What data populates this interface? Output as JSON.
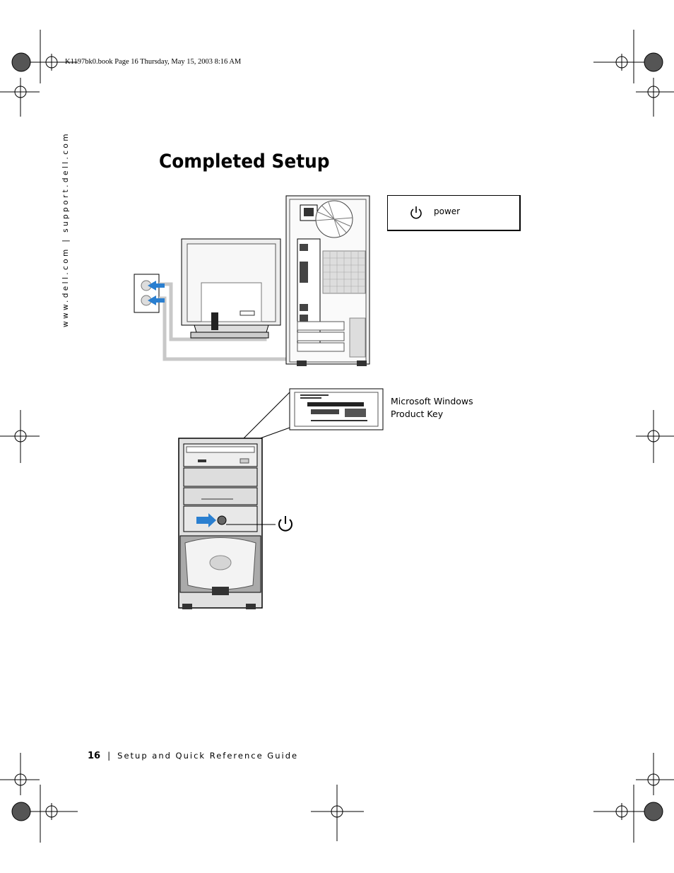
{
  "header": {
    "book_info": "K1197bk0.book  Page 16  Thursday, May 15, 2003  8:16 AM"
  },
  "sidebar": {
    "url": "www.dell.com | support.dell.com"
  },
  "page": {
    "title": "Completed Setup"
  },
  "legend": {
    "icon": "power-icon",
    "label": "power"
  },
  "callouts": {
    "product_key": "Microsoft Windows Product Key"
  },
  "footer": {
    "page_number": "16",
    "separator": "|",
    "guide_title": "Setup and Quick Reference Guide"
  },
  "colors": {
    "arrow_blue": "#2a7fd0",
    "cable_gray": "#c8c8c8"
  }
}
